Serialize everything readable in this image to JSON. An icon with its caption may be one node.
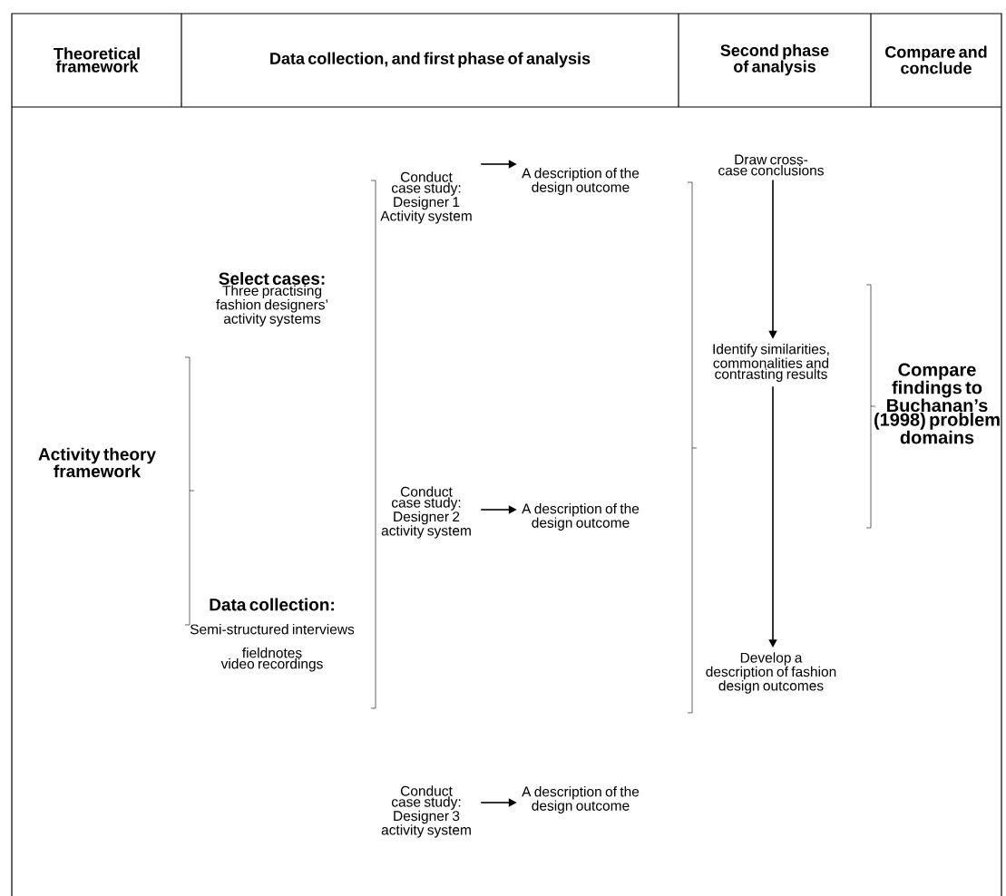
{
  "diagram": {
    "nodes": [
      {
        "text": [
          "Theoretical framework"
        ]
      },
      {
        "text": [
          "Data collection, and first phase of analysis"
        ]
      },
      {
        "text": [
          "Second phase of analysis"
        ]
      },
      {
        "text": [
          "Compare and conclude"
        ]
      },
      {
        "text": [
          "Activity theory framework"
        ]
      },
      {
        "text": [
          "Select cases:",
          "Three practising fashion designers’ activity systems"
        ]
      },
      {
        "text": [
          "Data collection:",
          "Semi-structured interviews",
          "fieldnotes",
          "video recordings"
        ]
      },
      {
        "text": [
          "Conduct case study: Designer 1 Activity system"
        ]
      },
      {
        "text": [
          "A description of the design outcome"
        ]
      },
      {
        "text": [
          "Conduct case study: Designer 2 activity system"
        ]
      },
      {
        "text": [
          "A description of the design outcome"
        ]
      },
      {
        "text": [
          "Conduct case study: Designer 3 activity system"
        ]
      },
      {
        "text": [
          "A description of the design outcome"
        ]
      },
      {
        "text": [
          "Draw cross-case conclusions"
        ]
      },
      {
        "text": [
          "Identify similarities, commonalities and contrasting results"
        ]
      },
      {
        "text": [
          "Develop a description of fashion design outcomes"
        ]
      },
      {
        "text": [
          "Compare findings to Buchanan’s (1998) problem domains"
        ]
      }
    ],
    "edges": [
      {
        "from": 7,
        "to": 8,
        "arrow": "to"
      },
      {
        "from": 9,
        "to": 10,
        "arrow": "to"
      },
      {
        "from": 11,
        "to": 12,
        "arrow": "to"
      },
      {
        "from": 13,
        "to": 14,
        "arrow": "to"
      },
      {
        "from": 14,
        "to": 15,
        "arrow": "to"
      }
    ]
  }
}
